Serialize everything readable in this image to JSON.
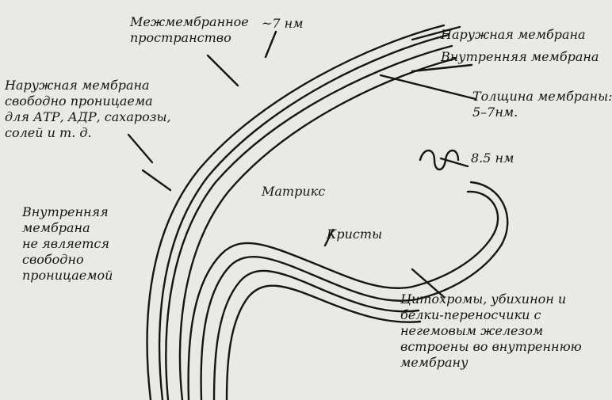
{
  "labels": {
    "intermembrane_space": "Межмембранное\nпространство",
    "width_7nm": "~7 нм",
    "outer_membrane": "Наружная мембрана",
    "inner_membrane": "Внутренняя мембрана",
    "outer_permeable": "Наружная мембрана\nсвободно проницаема\nдля АТР, АДР, сахарозы,\nсолей и т. д.",
    "thickness": "Толщина мембраны:\n5–7нм.",
    "size_8_5nm": "8.5 нм",
    "matrix": "Матрикс",
    "inner_not_permeable": "Внутренняя\nмембрана\nне является\nсвободно\nпроницаемой",
    "cristae": "Кристы",
    "cytochromes": "Цитохромы, убихинон и\nбелки-переносчики с\nнегемовым железом\nвстроены во внутреннюю\nмембрану"
  },
  "colors": {
    "ink": "#151515",
    "paper": "#e9e9e6"
  }
}
